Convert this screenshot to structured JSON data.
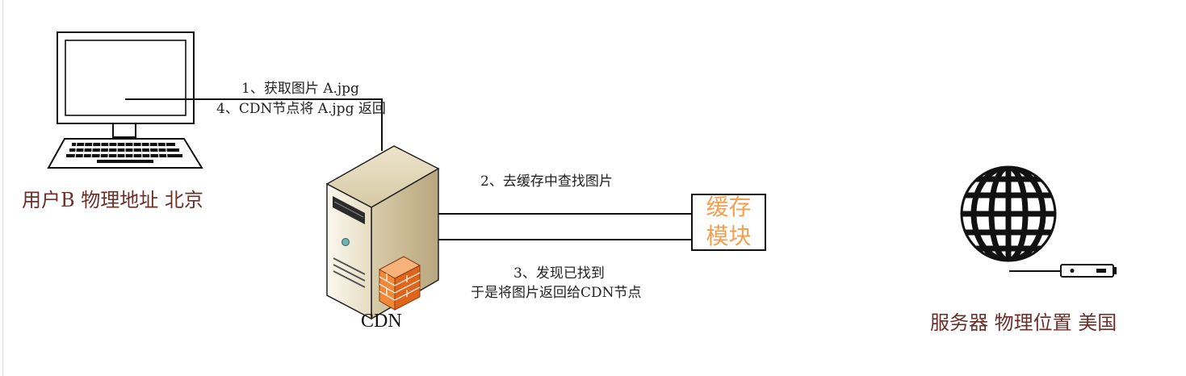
{
  "user": {
    "caption": "用户B 物理地址 北京"
  },
  "cdn": {
    "label": "CDN"
  },
  "cache": {
    "line1": "缓存",
    "line2": "模块"
  },
  "server": {
    "caption": "服务器 物理位置 美国"
  },
  "steps": {
    "s1": "1、获取图片 A.jpg",
    "s4": "4、CDN节点将 A.jpg 返回",
    "s2": "2、去缓存中查找图片",
    "s3_line1": "3、发现已找到",
    "s3_line2": "于是将图片返回给CDN节点"
  },
  "colors": {
    "caption": "#6b2f2a",
    "cache_text": "#f4a052",
    "firewall": "#f08a3a"
  }
}
